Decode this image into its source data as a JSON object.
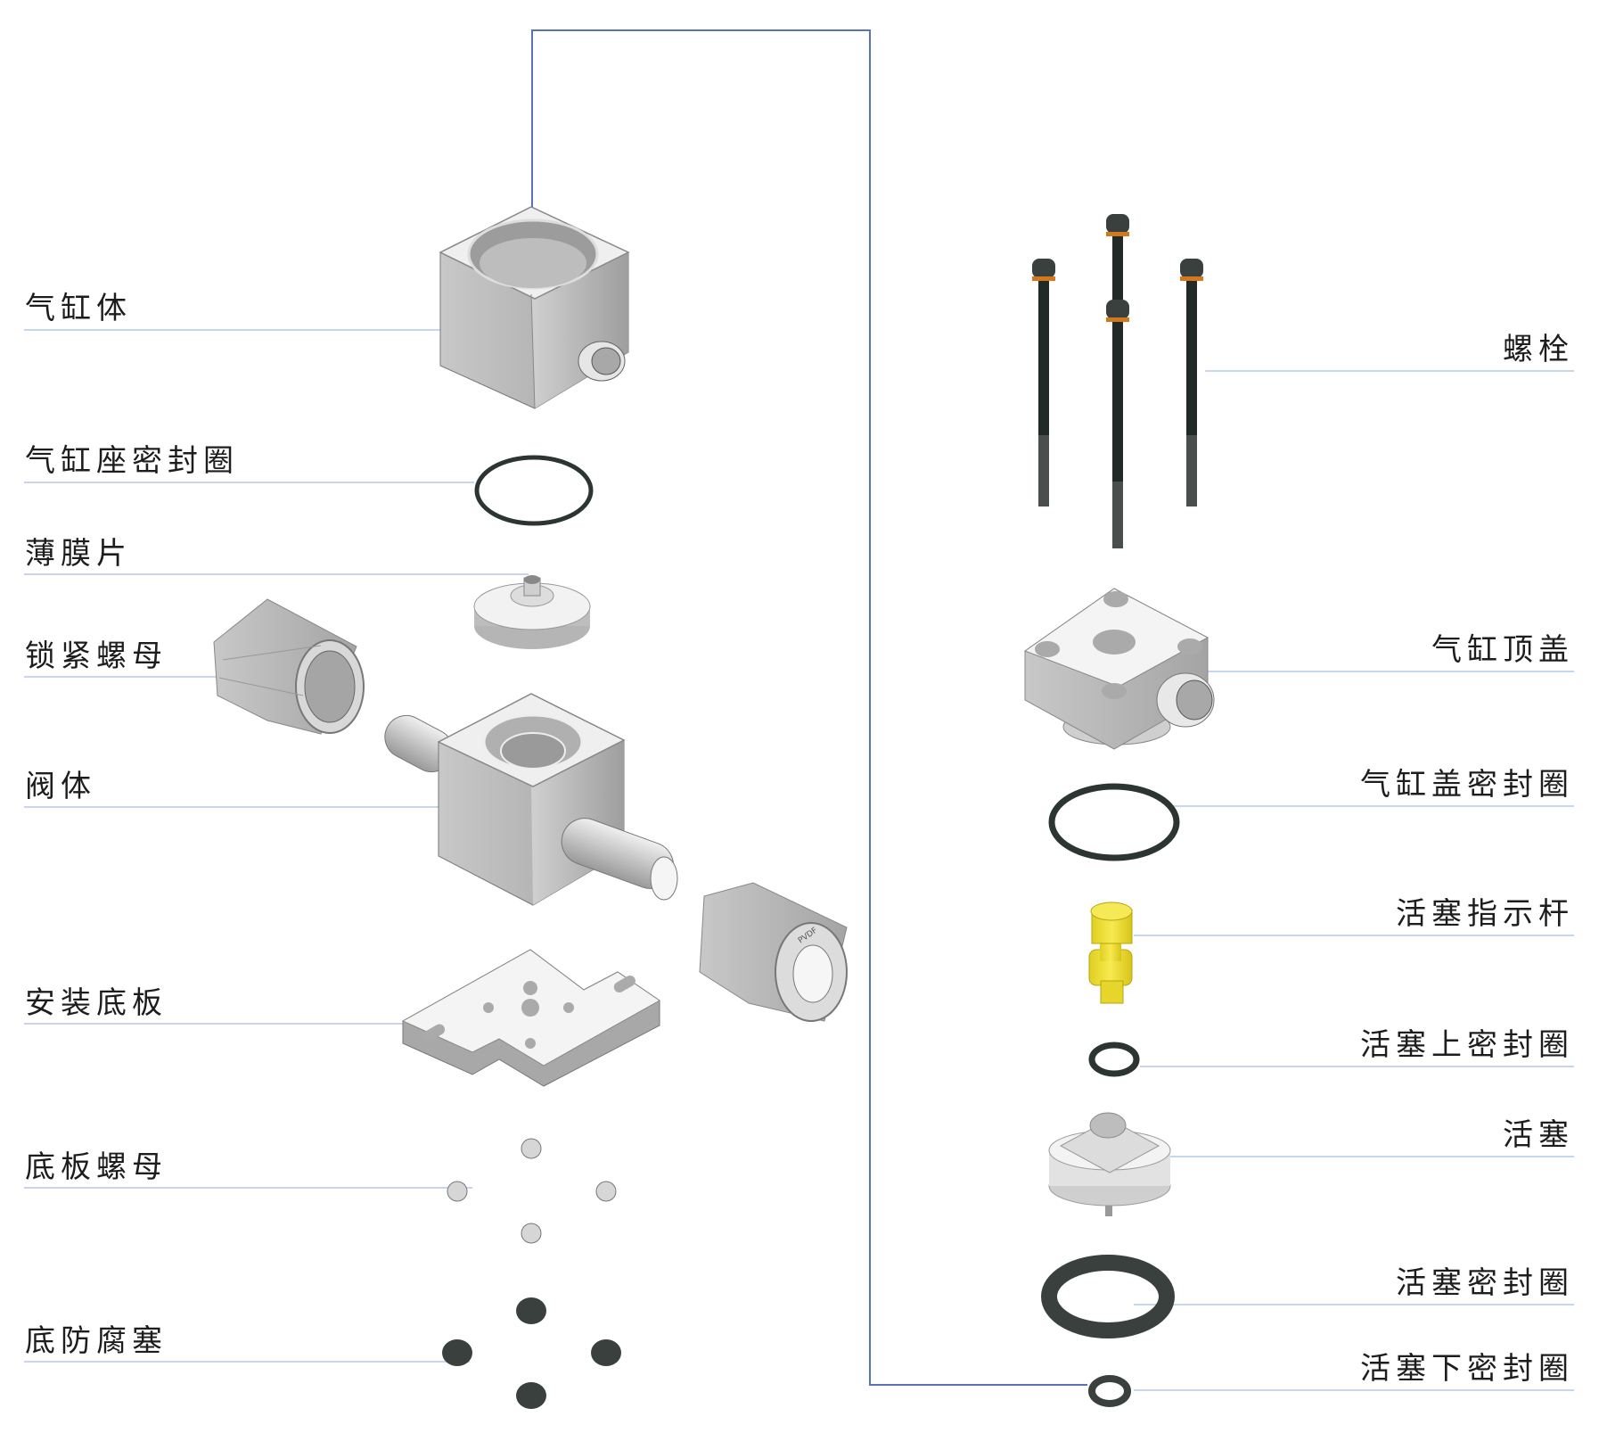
{
  "diagram": {
    "type": "exploded-view",
    "subject": "diaphragm valve with pneumatic actuator",
    "colors": {
      "leader_line": "#c5d6ee",
      "connector_line": "#5a72b8",
      "part_gray": "#b9b9b9",
      "seal_black": "#2c3532",
      "indicator_yellow": "#f0e040",
      "bolt_washer_orange": "#d4781e"
    },
    "left_labels": [
      {
        "id": "cylinder-body",
        "text": "气缸体"
      },
      {
        "id": "cylinder-seat-seal",
        "text": "气缸座密封圈"
      },
      {
        "id": "diaphragm",
        "text": "薄膜片"
      },
      {
        "id": "lock-nut",
        "text": "锁紧螺母"
      },
      {
        "id": "valve-body",
        "text": "阀体"
      },
      {
        "id": "mounting-plate",
        "text": "安装底板"
      },
      {
        "id": "plate-nut",
        "text": "底板螺母"
      },
      {
        "id": "anti-corrosion-plug",
        "text": "底防腐塞"
      }
    ],
    "right_labels": [
      {
        "id": "bolt",
        "text": "螺栓"
      },
      {
        "id": "cylinder-top-cover",
        "text": "气缸顶盖"
      },
      {
        "id": "cylinder-cover-seal",
        "text": "气缸盖密封圈"
      },
      {
        "id": "piston-indicator-rod",
        "text": "活塞指示杆"
      },
      {
        "id": "piston-upper-seal",
        "text": "活塞上密封圈"
      },
      {
        "id": "piston",
        "text": "活塞"
      },
      {
        "id": "piston-seal",
        "text": "活塞密封圈"
      },
      {
        "id": "piston-lower-seal",
        "text": "活塞下密封圈"
      }
    ],
    "nut_marking": "PVDF"
  }
}
